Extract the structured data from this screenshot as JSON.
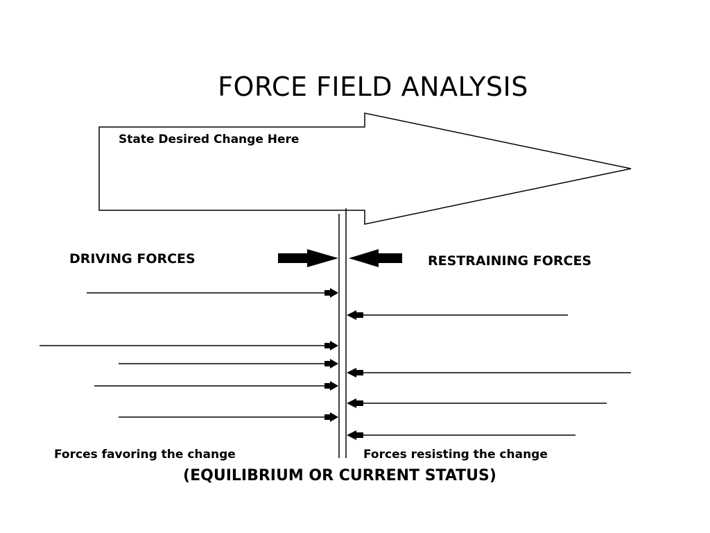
{
  "title": "FORCE FIELD ANALYSIS",
  "desired_change_prompt": "State Desired Change Here",
  "driving_heading": "DRIVING FORCES",
  "restraining_heading": "RESTRAINING FORCES",
  "driving_caption": "Forces favoring the change",
  "restraining_caption": "Forces resisting the change",
  "equilibrium_label": "(EQUILIBRIUM OR CURRENT STATUS)",
  "driving_forces_count": 5,
  "restraining_forces_count": 4,
  "colors": {
    "ink": "#000000",
    "background": "#ffffff"
  }
}
